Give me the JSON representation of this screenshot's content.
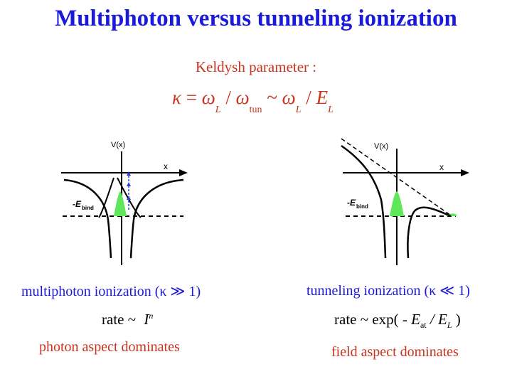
{
  "title": "Multiphoton versus tunneling ionization",
  "keldysh": {
    "label": "Keldysh parameter :",
    "formula": {
      "kappa": "κ",
      "eq": "=",
      "omega1": "ω",
      "sub_L": "L",
      "slash": "/",
      "omega2": "ω",
      "sub_tun": "tun",
      "tilde": "~",
      "omega3": "ω",
      "E": "E"
    }
  },
  "diagrams": {
    "axis_v": "V(x)",
    "axis_x": "x",
    "ebind_main": "-E",
    "ebind_sub": "bind"
  },
  "left": {
    "caption": "multiphoton ionization (κ ≫ 1)",
    "rate_prefix": "rate ~",
    "rate_var": "I",
    "rate_exp": "n",
    "aspect": "photon aspect dominates"
  },
  "right": {
    "caption": "tunneling ionization (κ ≪ 1)",
    "rate_prefix": "rate ~ exp( -",
    "E": "E",
    "sub_at": "at",
    "slash": "/",
    "sub_L": "L",
    "close": ")",
    "aspect": "field aspect dominates"
  },
  "colors": {
    "title": "#1a1adb",
    "accent_red": "#c8341e",
    "blue_caption": "#1a1adb",
    "green_fill": "#5fe65a",
    "photon_arrow": "#2a3fd6"
  }
}
